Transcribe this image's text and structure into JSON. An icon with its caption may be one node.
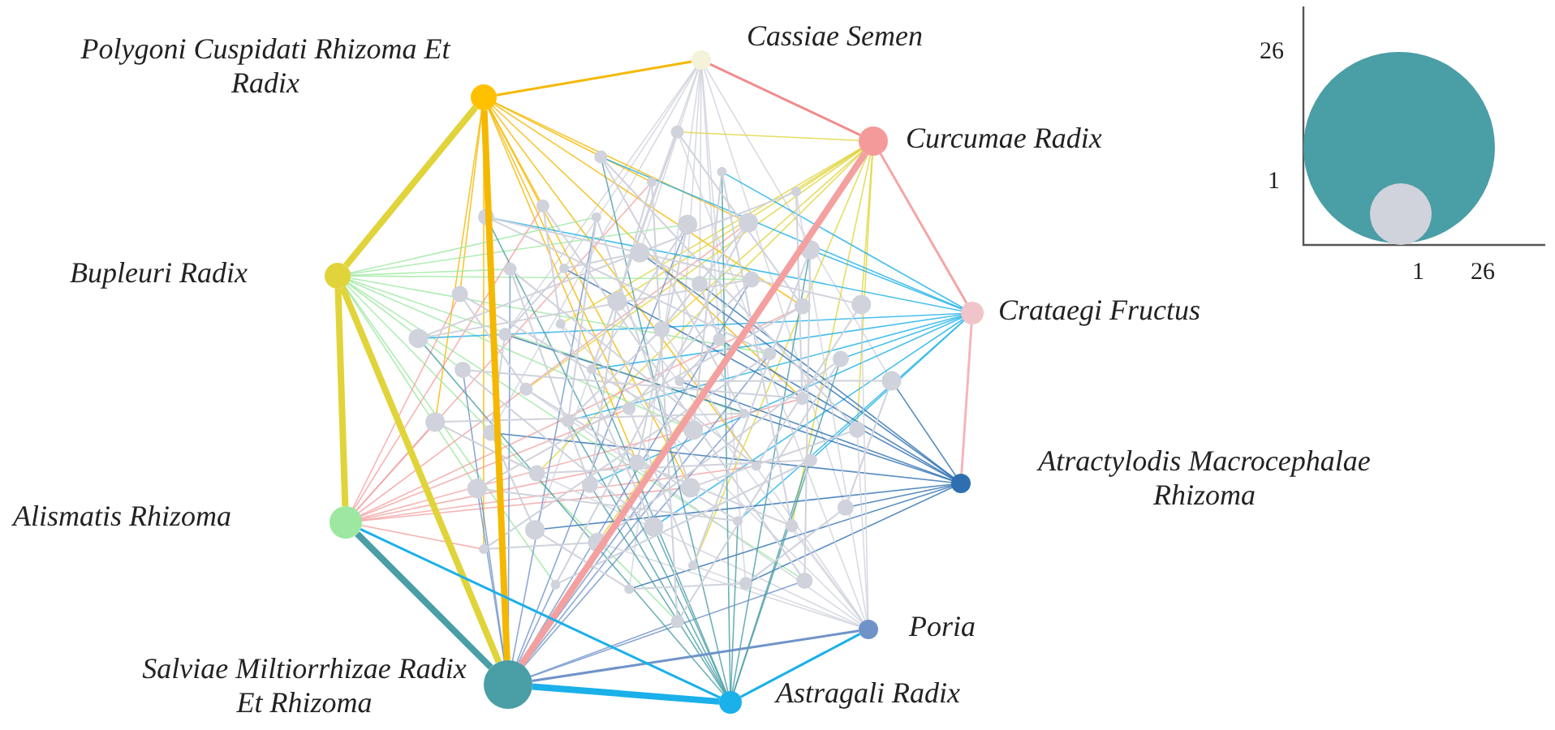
{
  "diagram": {
    "nodes": [
      {
        "text": [
          "Cassiae Semen"
        ]
      },
      {
        "text": [
          "Polygoni Cuspidati Rhizoma Et Radix"
        ]
      },
      {
        "text": [
          "Curcumae Radix"
        ]
      },
      {
        "text": [
          "Bupleuri Radix"
        ]
      },
      {
        "text": [
          "Crataegi Fructus"
        ]
      },
      {
        "text": [
          "Atractylodis Macrocephalae Rhizoma"
        ]
      },
      {
        "text": [
          "Alismatis Rhizoma"
        ]
      },
      {
        "text": [
          "Poria"
        ]
      },
      {
        "text": [
          "Salviae Miltiorrhizae Radix Et Rhizoma"
        ]
      },
      {
        "text": [
          "Astragali Radix"
        ]
      }
    ],
    "edges": [
      {
        "from": 1,
        "to": 0,
        "arrow": "none",
        "color": "#f5b800"
      },
      {
        "from": 0,
        "to": 2,
        "arrow": "none",
        "color": "#f08c8c"
      },
      {
        "from": 2,
        "to": 4,
        "arrow": "none",
        "color": "#f4a6a6"
      },
      {
        "from": 4,
        "to": 5,
        "arrow": "none",
        "color": "#f4b6bb"
      },
      {
        "from": 1,
        "to": 3,
        "arrow": "none",
        "style": "thick",
        "color": "#e0d43a"
      },
      {
        "from": 3,
        "to": 6,
        "arrow": "none",
        "style": "thick",
        "color": "#e0d43a"
      },
      {
        "from": 6,
        "to": 8,
        "arrow": "none",
        "style": "thick",
        "color": "#4a9ea6"
      },
      {
        "from": 8,
        "to": 9,
        "arrow": "none",
        "style": "thick",
        "color": "#1ab0ea"
      },
      {
        "from": 9,
        "to": 7,
        "arrow": "none",
        "color": "#1ab0ea"
      },
      {
        "from": 8,
        "to": 7,
        "arrow": "none",
        "color": "#6f93c9"
      },
      {
        "from": 3,
        "to": 8,
        "arrow": "none",
        "style": "thick",
        "color": "#e0d43a"
      },
      {
        "from": 1,
        "to": 8,
        "arrow": "none",
        "style": "thick",
        "color": "#f5b800"
      },
      {
        "from": 2,
        "to": 8,
        "arrow": "none",
        "style": "thick",
        "color": "#f4a0a0"
      },
      {
        "from": 6,
        "to": 9,
        "arrow": "none",
        "color": "#1ab0ea"
      }
    ],
    "labels": [
      "26",
      "1",
      "1",
      "26"
    ]
  }
}
